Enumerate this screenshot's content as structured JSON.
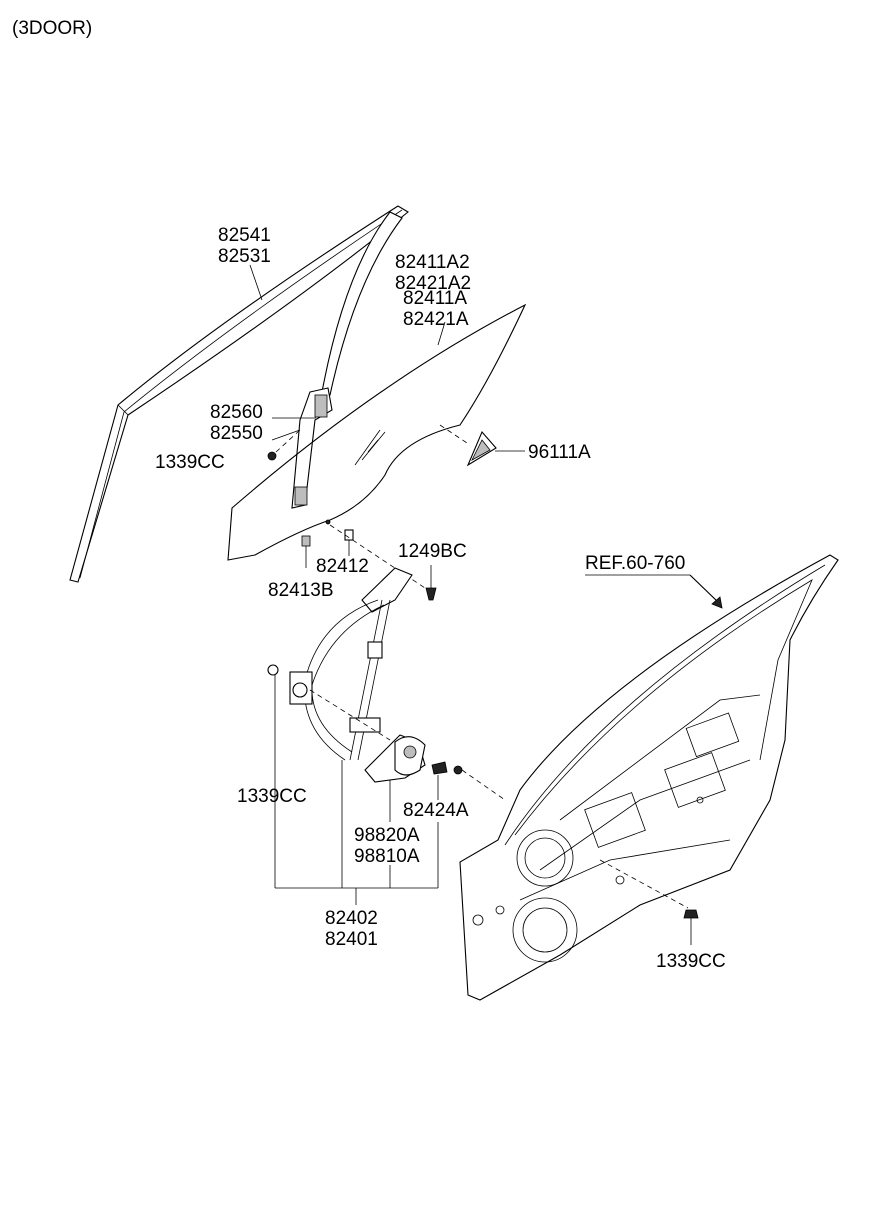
{
  "header": {
    "title": "(3DOOR)"
  },
  "labels": {
    "p82541": "82541",
    "p82531": "82531",
    "p82411A2": "82411A2",
    "p82421A2": "82421A2",
    "p82411A": "82411A",
    "p82421A": "82421A",
    "p82560": "82560",
    "p82550": "82550",
    "p1339CC_top": "1339CC",
    "p96111A": "96111A",
    "p82412": "82412",
    "p82413B": "82413B",
    "p1249BC": "1249BC",
    "ref": "REF.60-760",
    "p1339CC_left": "1339CC",
    "p82424A": "82424A",
    "p98820A": "98820A",
    "p98810A": "98810A",
    "p82402": "82402",
    "p82401": "82401",
    "p1339CC_right": "1339CC"
  }
}
